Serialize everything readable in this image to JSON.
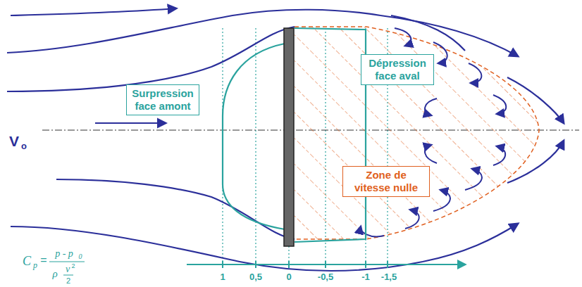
{
  "diagram": {
    "nodes": [
      {
        "text": [
          "Surpression face amont"
        ]
      },
      {
        "text": [
          "Dépression face aval"
        ]
      },
      {
        "text": [
          "Zone de vitesse nulle"
        ]
      }
    ],
    "labels": [
      "V",
      "o",
      "C",
      "p",
      "=",
      "p - p",
      "0",
      "ρ",
      "v",
      "2",
      "2",
      "1",
      "0,5",
      "0",
      "-0,5",
      "-1",
      "-1,5"
    ]
  }
}
